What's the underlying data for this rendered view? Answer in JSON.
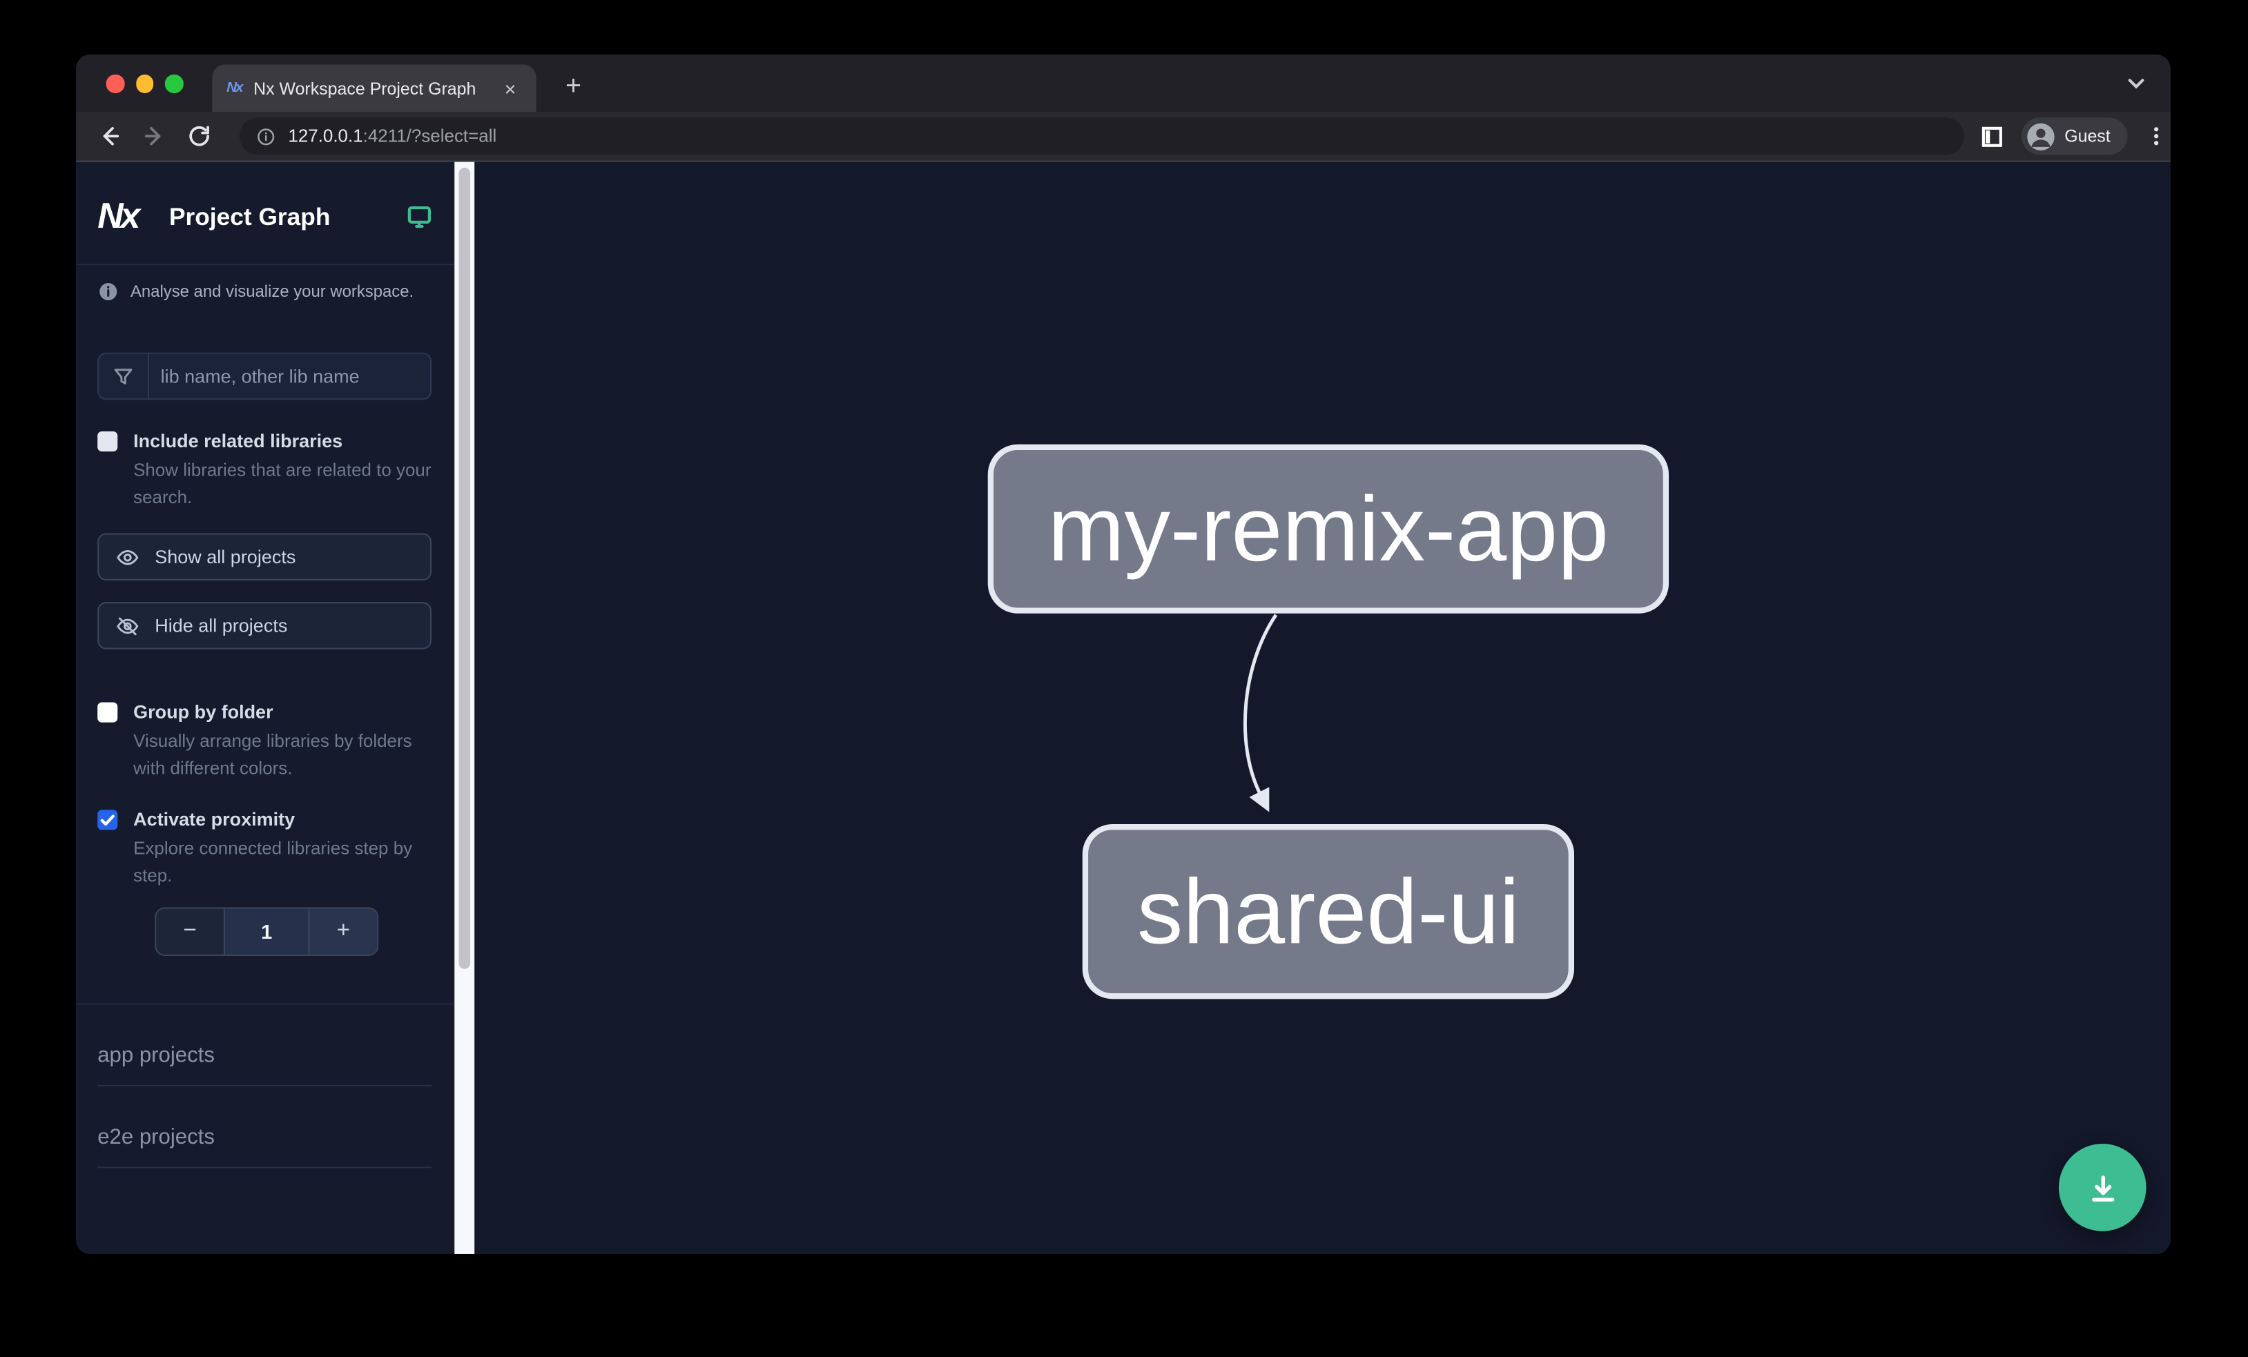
{
  "browser": {
    "tab_title": "Nx Workspace Project Graph",
    "favicon_glyph": "Nx",
    "close_tab_glyph": "×",
    "new_tab_glyph": "+",
    "url": {
      "emphasis": "127.0.0.1",
      "muted": ":4211/?select=all"
    },
    "profile_label": "Guest"
  },
  "sidebar": {
    "brand_glyph": "Nx",
    "app_title": "Project Graph",
    "tagline": "Analyse and visualize your workspace.",
    "search_placeholder": "lib name, other lib name",
    "include_related": {
      "label": "Include related libraries",
      "description": "Show libraries that are related to your search.",
      "checked": false
    },
    "show_all_label": "Show all projects",
    "hide_all_label": "Hide all projects",
    "group_by_folder": {
      "label": "Group by folder",
      "description": "Visually arrange libraries by folders with different colors.",
      "checked": false
    },
    "activate_proximity": {
      "label": "Activate proximity",
      "description": "Explore connected libraries step by step.",
      "checked": true
    },
    "stepper": {
      "decrement": "−",
      "value": "1",
      "increment": "+"
    },
    "sections": {
      "apps": "app projects",
      "e2e": "e2e projects"
    }
  },
  "graph": {
    "nodes": [
      {
        "label": "my-remix-app"
      },
      {
        "label": "shared-ui"
      }
    ],
    "edge": {
      "from": "my-remix-app",
      "to": "shared-ui"
    }
  },
  "colors": {
    "accent_teal": "#3ebd92",
    "checkbox_checked_blue": "#2563eb",
    "node_fill": "#757a8b",
    "node_border": "#e5e7f1",
    "sidebar_bg": "#151a2d",
    "canvas_bg": "#13182a"
  }
}
